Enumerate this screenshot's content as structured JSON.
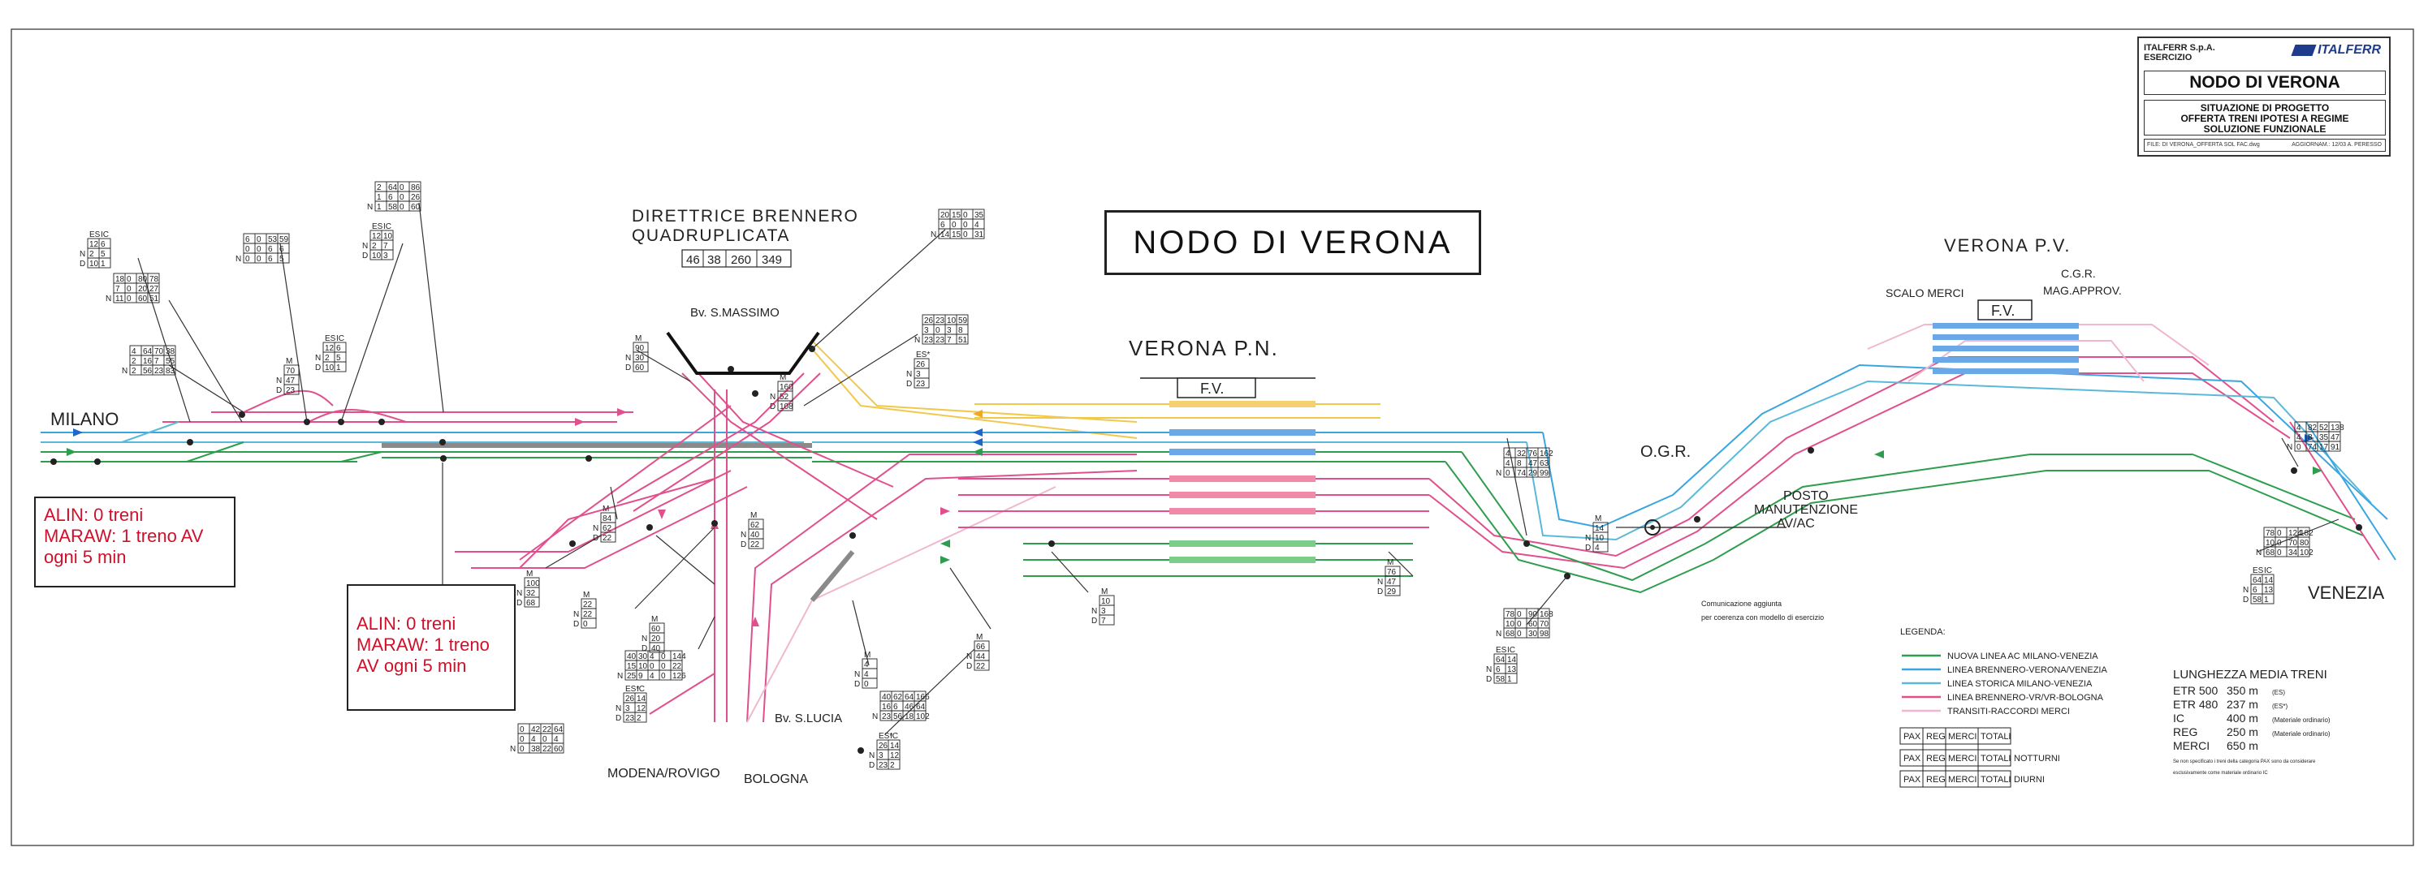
{
  "title_block": {
    "company": "ITALFERR S.p.A.\nESERCIZIO",
    "logo_text": "ITALFERR",
    "title": "NODO DI VERONA",
    "subtitle": [
      "SITUAZIONE DI PROGETTO",
      "OFFERTA TRENI IPOTESI A REGIME",
      "SOLUZIONE FUNZIONALE"
    ],
    "footer_left": "FILE: DI VERONA_OFFERTA SOL FAC.dwg",
    "footer_right": "AGGIORNAM.: 12/03 A. PERESSO"
  },
  "main_title": "NODO DI VERONA",
  "places": {
    "milano": "MILANO",
    "venezia": "VENEZIA",
    "verona_pn": "VERONA P.N.",
    "verona_pv": "VERONA P.V.",
    "fv": "F.V.",
    "ogr": "O.G.R.",
    "cgr": "C.G.R.",
    "mag_approv": "MAG.APPROV.",
    "scalo_merci": "SCALO MERCI",
    "posto_manut": [
      "POSTO",
      "MANUTENZIONE",
      "AV/AC"
    ],
    "bv_smassimo": "Bv. S.MASSIMO",
    "bv_slucia": "Bv. S.LUCIA",
    "modena_rovigo": "MODENA/ROVIGO",
    "bologna": "BOLOGNA",
    "direttrice": [
      "DIRETTRICE BRENNERO",
      "QUADRUPLICATA"
    ],
    "direttrice_values": [
      "46",
      "38",
      "260",
      "349"
    ]
  },
  "notes": {
    "left": [
      "ALIN: 0 treni",
      "MARAW: 1 treno AV",
      "ogni 5 min"
    ],
    "center": [
      "ALIN: 0 treni",
      "MARAW: 1 treno",
      "AV ogni 5 min"
    ],
    "comunicazione": [
      "Comunicazione aggiunta",
      "per coerenza con modello di esercizio"
    ]
  },
  "legend": {
    "title": "LEGENDA:",
    "items": [
      {
        "label": "NUOVA LINEA AC MILANO-VENEZIA",
        "color": "#2e9e4e"
      },
      {
        "label": "LINEA BRENNERO-VERONA/VENEZIA",
        "color": "#3aa6e0"
      },
      {
        "label": "LINEA STORICA MILANO-VENEZIA",
        "color": "#5ab9d8"
      },
      {
        "label": "LINEA BRENNERO-VR/VR-BOLOGNA",
        "color": "#e0508c"
      },
      {
        "label": "TRANSITI-RACCORDI MERCI",
        "color": "#f0b8d0"
      }
    ],
    "header_cells": [
      "PAX",
      "REG",
      "MERCI",
      "TOTALI"
    ],
    "row_labels": [
      "",
      "NOTTURNI",
      "DIURNI"
    ]
  },
  "lengths": {
    "title": "LUNGHEZZA MEDIA TRENI",
    "rows": [
      {
        "type": "ETR 500",
        "len": "350 m",
        "note": "(ES)"
      },
      {
        "type": "ETR 480",
        "len": "237 m",
        "note": "(ES*)"
      },
      {
        "type": "IC",
        "len": "400 m",
        "note": "(Materiale ordinario)"
      },
      {
        "type": "REG",
        "len": "250 m",
        "note": "(Materiale ordinario)"
      },
      {
        "type": "MERCI",
        "len": "650 m",
        "note": ""
      }
    ],
    "footnote": [
      "Se non specificato i treni della categoria PAX sono da considerare",
      "esclusivamente come materiale ordinario IC"
    ]
  },
  "tables": [
    {
      "id": "t-milano-es",
      "rows": [
        [
          "ES",
          "IC"
        ],
        [
          "12",
          "6"
        ],
        [
          "2",
          "5"
        ],
        [
          "10",
          "1"
        ]
      ],
      "side": [
        "",
        "N",
        "D"
      ]
    },
    {
      "id": "t-milano-a",
      "rows": [
        [
          "18",
          "0",
          "80",
          "78"
        ],
        [
          "7",
          "0",
          "20",
          "27"
        ],
        [
          "11",
          "0",
          "60",
          "51"
        ]
      ],
      "side": [
        "",
        "N",
        "D"
      ]
    },
    {
      "id": "t-milano-b",
      "rows": [
        [
          "4",
          "64",
          "70",
          "38"
        ],
        [
          "2",
          "16",
          "7",
          "55"
        ],
        [
          "2",
          "56",
          "23",
          "83"
        ]
      ],
      "side": [
        "",
        "N",
        "D"
      ]
    },
    {
      "id": "t-top-a",
      "rows": [
        [
          "2",
          "64",
          "0",
          "86"
        ],
        [
          "1",
          "6",
          "0",
          "26"
        ],
        [
          "1",
          "58",
          "0",
          "60"
        ]
      ],
      "side": [
        "",
        "N",
        "D"
      ]
    },
    {
      "id": "t-top-es",
      "rows": [
        [
          "ES",
          "IC"
        ],
        [
          "12",
          "10"
        ],
        [
          "2",
          "7"
        ],
        [
          "10",
          "3"
        ]
      ],
      "side": [
        "",
        "N",
        "D"
      ]
    },
    {
      "id": "t-top-b",
      "rows": [
        [
          "6",
          "0",
          "53",
          "59"
        ],
        [
          "0",
          "0",
          "6",
          "6"
        ],
        [
          "0",
          "0",
          "6",
          "5"
        ]
      ],
      "side": [
        "",
        "N",
        "D"
      ]
    },
    {
      "id": "t-mid-m",
      "rows": [
        [
          "M"
        ],
        [
          "70"
        ],
        [
          "47"
        ],
        [
          "23"
        ]
      ],
      "side": [
        "",
        "N",
        "D"
      ]
    },
    {
      "id": "t-mid-es",
      "rows": [
        [
          "ES",
          "IC"
        ],
        [
          "12",
          "6"
        ],
        [
          "2",
          "5"
        ],
        [
          "10",
          "1"
        ]
      ],
      "side": [
        "",
        "N",
        "D"
      ]
    },
    {
      "id": "t-smassimo",
      "rows": [
        [
          "M"
        ],
        [
          "90"
        ],
        [
          "30"
        ],
        [
          "60"
        ]
      ],
      "side": [
        "",
        "N",
        "D"
      ]
    },
    {
      "id": "t-brennero",
      "rows": [
        [
          "20",
          "15",
          "0",
          "35"
        ],
        [
          "6",
          "0",
          "0",
          "4"
        ],
        [
          "14",
          "15",
          "0",
          "31"
        ]
      ],
      "side": [
        "",
        "N",
        "D"
      ]
    },
    {
      "id": "t-bren-m",
      "rows": [
        [
          "M"
        ],
        [
          "160"
        ],
        [
          "52"
        ],
        [
          "108"
        ]
      ],
      "side": [
        "",
        "N",
        "D"
      ]
    },
    {
      "id": "t-bren-b",
      "rows": [
        [
          "26",
          "23",
          "10",
          "59"
        ],
        [
          "3",
          "0",
          "3",
          "8"
        ],
        [
          "23",
          "23",
          "7",
          "51"
        ]
      ],
      "side": [
        "",
        "N",
        "D"
      ]
    },
    {
      "id": "t-bren-es",
      "rows": [
        [
          "ES*"
        ],
        [
          "26"
        ],
        [
          "3"
        ],
        [
          "23"
        ]
      ],
      "side": [
        "",
        "N",
        "D"
      ]
    },
    {
      "id": "t-c1",
      "rows": [
        [
          "M"
        ],
        [
          "84"
        ],
        [
          "62"
        ],
        [
          "22"
        ]
      ],
      "side": [
        "",
        "N",
        "D"
      ]
    },
    {
      "id": "t-c2",
      "rows": [
        [
          "M"
        ],
        [
          "100"
        ],
        [
          "32"
        ],
        [
          "68"
        ]
      ],
      "side": [
        "",
        "N",
        "D"
      ]
    },
    {
      "id": "t-c3",
      "rows": [
        [
          "M"
        ],
        [
          "62"
        ],
        [
          "40"
        ],
        [
          "22"
        ]
      ],
      "side": [
        "",
        "N",
        "D"
      ]
    },
    {
      "id": "t-c4",
      "rows": [
        [
          "M"
        ],
        [
          "22"
        ],
        [
          "22"
        ],
        [
          "0"
        ]
      ],
      "side": [
        "",
        "N",
        "D"
      ]
    },
    {
      "id": "t-c5",
      "rows": [
        [
          "M"
        ],
        [
          "60"
        ],
        [
          "20"
        ],
        [
          "40"
        ]
      ],
      "side": [
        "",
        "N",
        "D"
      ]
    },
    {
      "id": "t-c6",
      "rows": [
        [
          "40",
          "30",
          "4",
          "0",
          "144"
        ],
        [
          "15",
          "10",
          "0",
          "0",
          "22"
        ],
        [
          "25",
          "9",
          "4",
          "0",
          "126"
        ]
      ],
      "side": [
        "",
        "N",
        "D"
      ]
    },
    {
      "id": "t-c7",
      "rows": [
        [
          "ES*",
          "IC"
        ],
        [
          "26",
          "14"
        ],
        [
          "3",
          "12"
        ],
        [
          "23",
          "2"
        ]
      ],
      "side": [
        "",
        "N",
        "D"
      ]
    },
    {
      "id": "t-c8",
      "rows": [
        [
          "0",
          "42",
          "22",
          "64"
        ],
        [
          "0",
          "4",
          "0",
          "4"
        ],
        [
          "0",
          "38",
          "22",
          "60"
        ]
      ],
      "side": [
        "",
        "N",
        "D"
      ]
    },
    {
      "id": "t-c9",
      "rows": [
        [
          "M"
        ],
        [
          "4"
        ],
        [
          "4"
        ],
        [
          "0"
        ]
      ],
      "side": [
        "",
        "N",
        "D"
      ]
    },
    {
      "id": "t-c10",
      "rows": [
        [
          "40",
          "62",
          "64",
          "166"
        ],
        [
          "16",
          "6",
          "46",
          "64"
        ],
        [
          "23",
          "56",
          "18",
          "102"
        ]
      ],
      "side": [
        "",
        "N",
        "D"
      ]
    },
    {
      "id": "t-c11",
      "rows": [
        [
          "ES*",
          "IC"
        ],
        [
          "26",
          "14"
        ],
        [
          "3",
          "12"
        ],
        [
          "23",
          "2"
        ]
      ],
      "side": [
        "",
        "N",
        "D"
      ]
    },
    {
      "id": "t-c12",
      "rows": [
        [
          "M"
        ],
        [
          "66"
        ],
        [
          "44"
        ],
        [
          "22"
        ]
      ],
      "side": [
        "",
        "N",
        "D"
      ]
    },
    {
      "id": "t-c13",
      "rows": [
        [
          "M"
        ],
        [
          "10"
        ],
        [
          "3"
        ],
        [
          "7"
        ]
      ],
      "side": [
        "",
        "N",
        "D"
      ]
    },
    {
      "id": "t-c14",
      "rows": [
        [
          "M"
        ],
        [
          "76"
        ],
        [
          "47"
        ],
        [
          "29"
        ]
      ],
      "side": [
        "",
        "N",
        "D"
      ]
    },
    {
      "id": "t-e1",
      "rows": [
        [
          "4",
          "32",
          "76",
          "162"
        ],
        [
          "4",
          "8",
          "47",
          "63"
        ],
        [
          "0",
          "74",
          "29",
          "99"
        ]
      ],
      "side": [
        "",
        "N",
        "D"
      ]
    },
    {
      "id": "t-e2",
      "rows": [
        [
          "M"
        ],
        [
          "14"
        ],
        [
          "10"
        ],
        [
          "4"
        ]
      ],
      "side": [
        "",
        "N",
        "D"
      ]
    },
    {
      "id": "t-e3",
      "rows": [
        [
          "78",
          "0",
          "90",
          "168"
        ],
        [
          "10",
          "0",
          "60",
          "70"
        ],
        [
          "68",
          "0",
          "30",
          "98"
        ]
      ],
      "side": [
        "",
        "N",
        "D"
      ]
    },
    {
      "id": "t-e4",
      "rows": [
        [
          "ES",
          "IC"
        ],
        [
          "64",
          "14"
        ],
        [
          "6",
          "13"
        ],
        [
          "58",
          "1"
        ]
      ],
      "side": [
        "",
        "N",
        "D"
      ]
    },
    {
      "id": "t-v1",
      "rows": [
        [
          "4",
          "82",
          "52",
          "138"
        ],
        [
          "4",
          "8",
          "35",
          "47"
        ],
        [
          "0",
          "74",
          "17",
          "91"
        ]
      ],
      "side": [
        "",
        "N",
        "D"
      ]
    },
    {
      "id": "t-v2",
      "rows": [
        [
          "78",
          "0",
          "124",
          "182"
        ],
        [
          "10",
          "0",
          "70",
          "80"
        ],
        [
          "68",
          "0",
          "34",
          "102"
        ]
      ],
      "side": [
        "",
        "N",
        "D"
      ]
    },
    {
      "id": "t-v3",
      "rows": [
        [
          "ES",
          "IC"
        ],
        [
          "64",
          "14"
        ],
        [
          "6",
          "13"
        ],
        [
          "58",
          "1"
        ]
      ],
      "side": [
        "",
        "N",
        "D"
      ]
    }
  ]
}
